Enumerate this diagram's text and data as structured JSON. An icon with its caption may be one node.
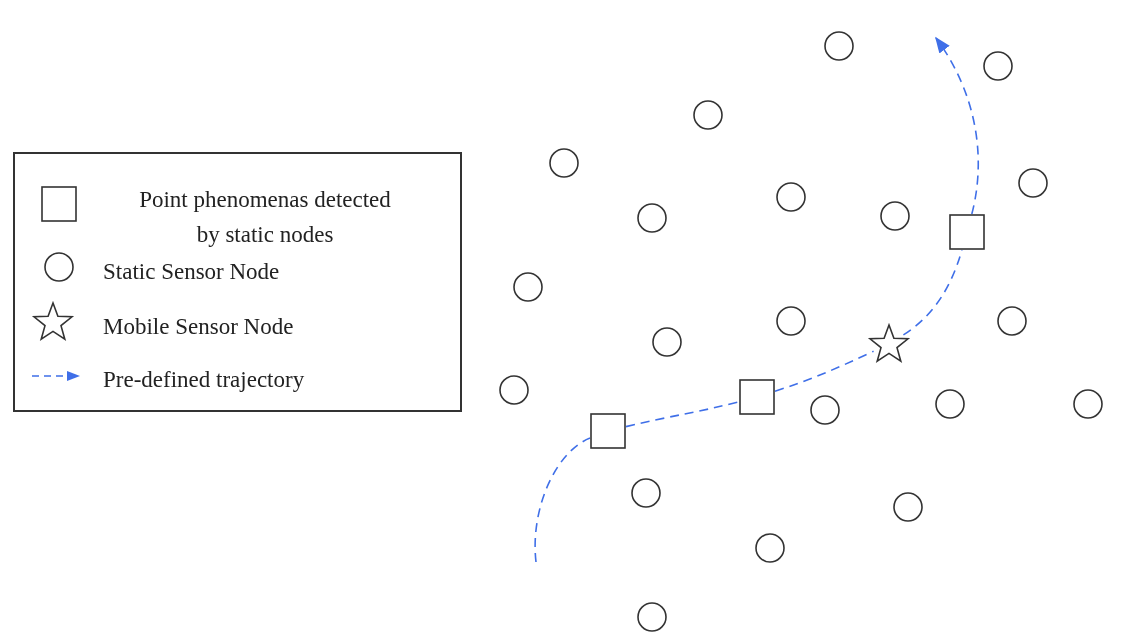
{
  "diagram": {
    "nodes": [
      {
        "text": [],
        "shape": "box"
      },
      {
        "text": [],
        "shape": "box"
      },
      {
        "text": [],
        "shape": "box"
      },
      {
        "text": [],
        "shape": "star"
      },
      {
        "text": [],
        "shape": "circle"
      },
      {
        "text": [],
        "shape": "circle"
      },
      {
        "text": [],
        "shape": "circle"
      },
      {
        "text": [],
        "shape": "circle"
      },
      {
        "text": [],
        "shape": "circle"
      },
      {
        "text": [],
        "shape": "circle"
      },
      {
        "text": [],
        "shape": "circle"
      },
      {
        "text": [],
        "shape": "circle"
      },
      {
        "text": [],
        "shape": "circle"
      },
      {
        "text": [],
        "shape": "circle"
      },
      {
        "text": [],
        "shape": "circle"
      },
      {
        "text": [],
        "shape": "circle"
      },
      {
        "text": [],
        "shape": "circle"
      },
      {
        "text": [],
        "shape": "circle"
      },
      {
        "text": [],
        "shape": "circle"
      },
      {
        "text": [],
        "shape": "circle"
      },
      {
        "text": [],
        "shape": "circle"
      },
      {
        "text": [],
        "shape": "circle"
      },
      {
        "text": [],
        "shape": "circle"
      },
      {
        "text": [],
        "shape": "circle"
      }
    ],
    "edges": [
      {
        "from": null,
        "to": 0,
        "arrow": "none",
        "style": "dashed",
        "color": "#3f6fe8"
      },
      {
        "from": 0,
        "to": 1,
        "arrow": "none",
        "style": "dashed",
        "color": "#3f6fe8"
      },
      {
        "from": 1,
        "to": 3,
        "arrow": "none",
        "style": "dashed",
        "color": "#3f6fe8"
      },
      {
        "from": 3,
        "to": 2,
        "arrow": "none",
        "style": "dashed",
        "color": "#3f6fe8"
      },
      {
        "from": 2,
        "to": null,
        "arrow": "to",
        "style": "dashed",
        "color": "#3f6fe8"
      }
    ],
    "legend": [
      {
        "text": "Point phenomenas detected by static nodes"
      },
      {
        "text": "Static Sensor Node"
      },
      {
        "text": "Mobile Sensor Node"
      },
      {
        "text": "Pre-defined trajectory"
      }
    ]
  }
}
